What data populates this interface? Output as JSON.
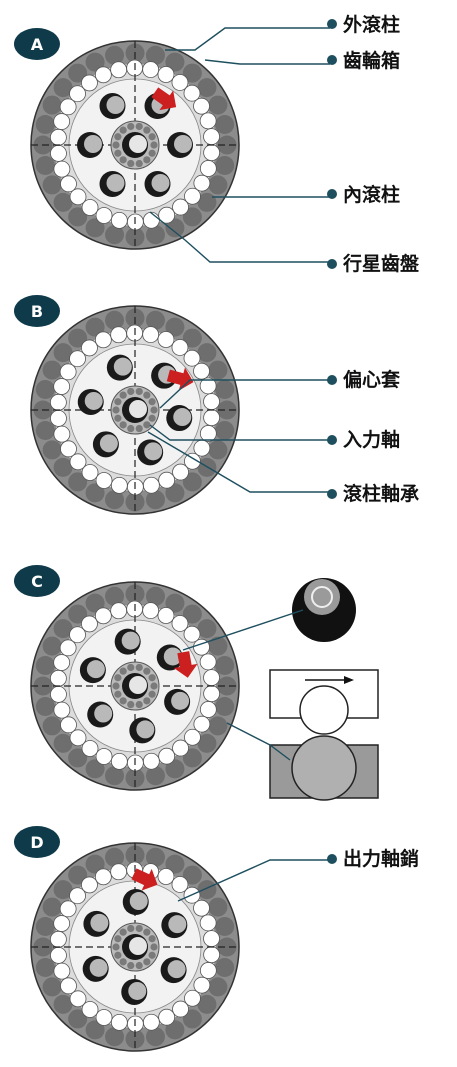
{
  "panels": [
    {
      "letter": "A"
    },
    {
      "letter": "B"
    },
    {
      "letter": "C"
    },
    {
      "letter": "D"
    }
  ],
  "labels": {
    "outer_roller": "外滾柱",
    "gear_box": "齒輪箱",
    "inner_roller": "內滾柱",
    "planet_disc": "行星齒盤",
    "eccentric_sleeve": "偏心套",
    "input_shaft": "入力軸",
    "roller_bearing": "滾柱軸承",
    "output_pin": "出力軸銷"
  },
  "colors": {
    "badge": "#0e3a4a",
    "leader": "#1e4f5f",
    "arrow": "#cc1f1f",
    "ring_gray": "#8c8c8c",
    "disc_fill": "#f2f2f2",
    "roller_gray": "#909090"
  }
}
